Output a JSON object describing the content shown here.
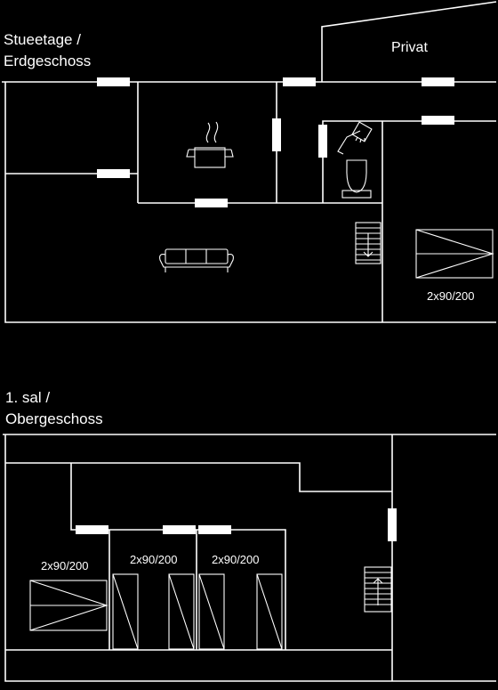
{
  "ground_floor": {
    "title_line1": "Stueetage /",
    "title_line2": "Erdgeschoss",
    "private_label": "Privat",
    "bed_label": "2x90/200"
  },
  "upper_floor": {
    "title_line1": "1. sal /",
    "title_line2": "Obergeschoss",
    "bed_labels": [
      "2x90/200",
      "2x90/200",
      "2x90/200"
    ]
  },
  "colors": {
    "background": "#000000",
    "lines": "#ffffff"
  },
  "icons": [
    "cooking-pot-icon",
    "sofa-icon",
    "shower-icon",
    "toilet-icon",
    "staircase-icon",
    "bed-icon"
  ]
}
